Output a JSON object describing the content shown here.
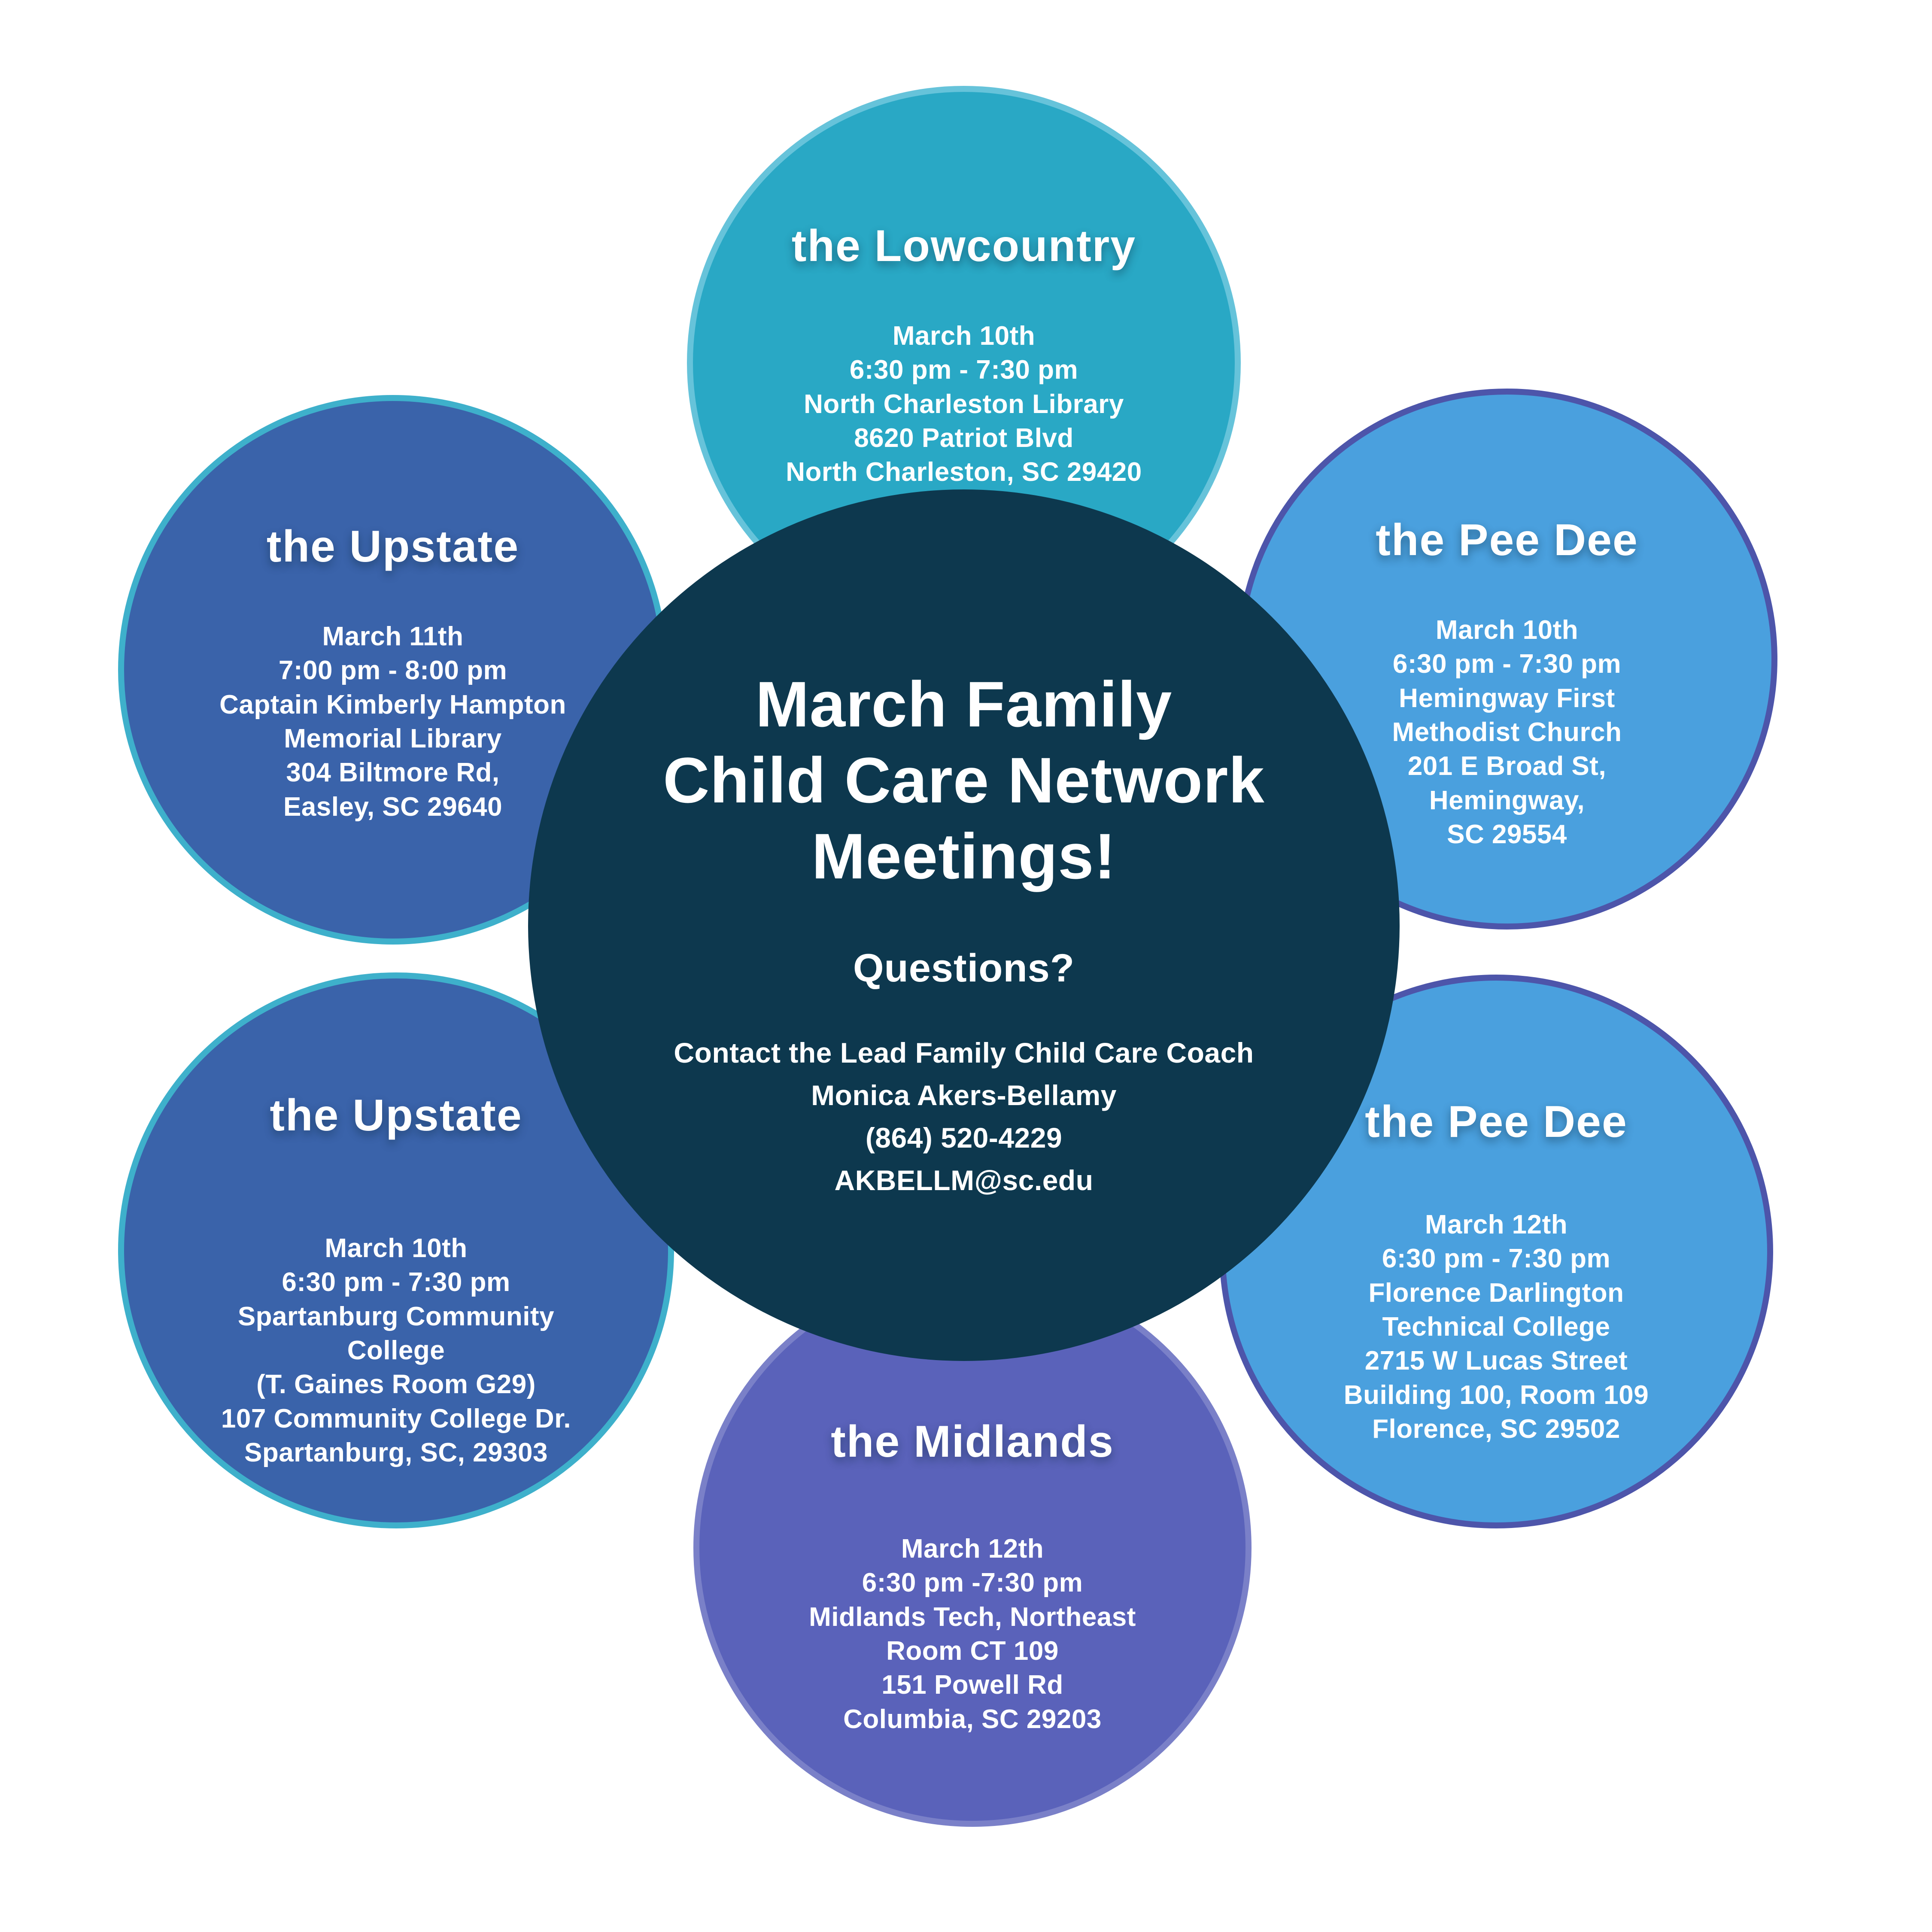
{
  "colors": {
    "background": "#ffffff",
    "text": "#ffffff"
  },
  "center": {
    "bg": "#0d384e",
    "title_lines": [
      "March Family",
      "Child Care Network",
      "Meetings!"
    ],
    "questions_label": "Questions?",
    "contact_lines": [
      "Contact the Lead Family Child Care Coach",
      "Monica Akers-Bellamy",
      "(864) 520-4229",
      "AKBELLM@sc.edu"
    ]
  },
  "circles": [
    {
      "id": "lowcountry",
      "region": "the Lowcountry",
      "bg": "#29a8c5",
      "border": "#66c3da",
      "lines": [
        "March 10th",
        "6:30 pm - 7:30 pm",
        "North Charleston Library",
        "8620 Patriot Blvd",
        "North Charleston, SC 29420"
      ]
    },
    {
      "id": "upstate-march-11",
      "region": "the Upstate",
      "bg": "#3a63aa",
      "border": "#3eb0cb",
      "lines": [
        "March 11th",
        "7:00 pm - 8:00 pm",
        "Captain Kimberly Hampton",
        "Memorial Library",
        "304 Biltmore Rd,",
        "Easley, SC 29640"
      ]
    },
    {
      "id": "peedee-march-10",
      "region": "the Pee Dee",
      "bg": "#4aa0de",
      "border": "#4d55aa",
      "lines": [
        "March 10th",
        "6:30 pm - 7:30 pm",
        "Hemingway First",
        "Methodist Church",
        "201 E Broad St,",
        "Hemingway,",
        "SC 29554"
      ]
    },
    {
      "id": "upstate-march-10",
      "region": "the Upstate",
      "bg": "#3a63aa",
      "border": "#3eb0cb",
      "lines": [
        "March 10th",
        "6:30 pm - 7:30 pm",
        "Spartanburg Community",
        "College",
        "(T. Gaines Room G29)",
        "107 Community College Dr.",
        "Spartanburg, SC, 29303"
      ]
    },
    {
      "id": "peedee-march-12",
      "region": "the Pee Dee",
      "bg": "#4aa0de",
      "border": "#4d55aa",
      "lines": [
        "March 12th",
        "6:30 pm - 7:30 pm",
        "Florence Darlington",
        "Technical College",
        "2715 W Lucas Street",
        "Building 100, Room 109",
        "Florence, SC 29502"
      ]
    },
    {
      "id": "midlands",
      "region": "the Midlands",
      "bg": "#5a62ba",
      "border": "#7a80c8",
      "lines": [
        "March 12th",
        "6:30 pm -7:30 pm",
        "Midlands Tech, Northeast",
        "Room CT 109",
        "151 Powell Rd",
        "Columbia, SC 29203"
      ]
    }
  ]
}
